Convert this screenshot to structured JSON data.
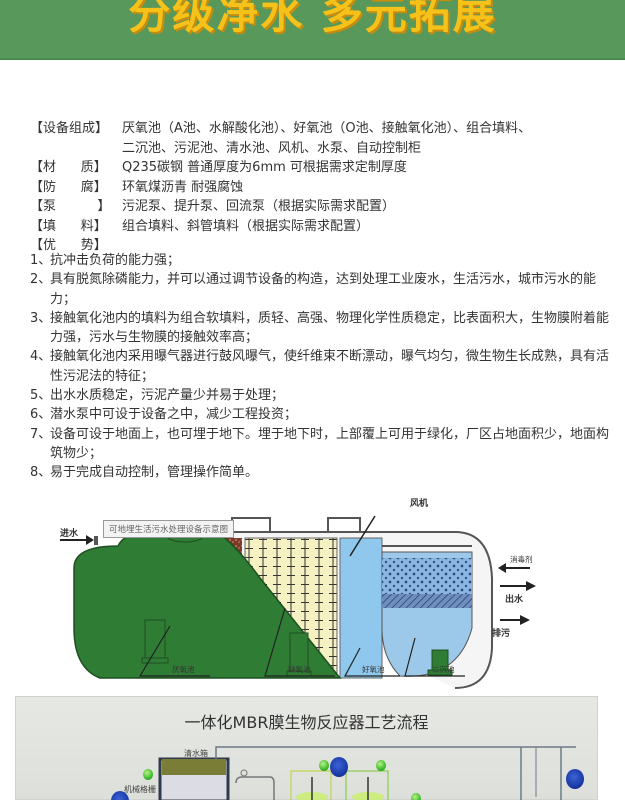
{
  "header": {
    "title": "分级净水 多元拓展",
    "bg_color": "#58985a",
    "title_color": "#f6c21a"
  },
  "specs": [
    {
      "key": "【设备组成】",
      "value": "厌氧池（A池、水解酸化池）、好氧池（O池、接触氧化池）、组合填料、",
      "value_cont": "二沉池、污泥池、清水池、风机、水泵、自动控制柜"
    },
    {
      "key": "【材      质】",
      "value": "Q235碳钢 普通厚度为6mm 可根据需求定制厚度"
    },
    {
      "key": "【防      腐】",
      "value": "环氧煤沥青 耐强腐蚀"
    },
    {
      "key": "【泵          】",
      "value": "污泥泵、提升泵、回流泵（根据实际需求配置）"
    },
    {
      "key": "【填      料】",
      "value": "组合填料、斜管填料（根据实际需求配置）"
    },
    {
      "key": "【优      势】",
      "value": ""
    }
  ],
  "advantages": [
    {
      "num": "1、",
      "text": "抗冲击负荷的能力强；"
    },
    {
      "num": "2、",
      "text": "具有脱氮除磷能力，并可以通过调节设备的构造，达到处理工业废水，生活污水，城市污水的能力；"
    },
    {
      "num": "3、",
      "text": "接触氧化池内的填料为组合软填料，质轻、高强、物理化学性质稳定，比表面积大，生物膜附着能力强，污水与生物膜的接触效率高；"
    },
    {
      "num": "4、",
      "text": "接触氧化池内采用曝气器进行鼓风曝气，使纤维束不断漂动，曝气均匀，微生物生长成熟，具有活性污泥法的特征；"
    },
    {
      "num": "5、",
      "text": "出水水质稳定，污泥产量少并易于处理；"
    },
    {
      "num": "6、",
      "text": "潜水泵中可设于设备之中，减少工程投资；"
    },
    {
      "num": "7、",
      "text": "设备可设于地面上，也可埋于地下。埋于地下时，上部覆上可用于绿化，厂区占地面积少，地面构筑物少；"
    },
    {
      "num": "8、",
      "text": "易于完成自动控制，管理操作简单。"
    }
  ],
  "diagram": {
    "caption": "可地埋生活污水处理设备示意图",
    "labels": {
      "inlet": "进水",
      "blower": "风机",
      "disinfectant": "消毒剂",
      "outlet": "出水",
      "sludge_discharge": "排污",
      "anaerobic_tank": "厌氧池",
      "anoxic_tank": "缺氧池",
      "aerobic_tank": "好氧池",
      "secondary_clarifier": "二沉池"
    },
    "colors": {
      "tank_green": "#2f7d34",
      "filler_yellow": "#f4f0c0",
      "water_blue": "#8fc8ec",
      "media_blue": "#2f63a8"
    }
  },
  "mbr": {
    "title": "一体化MBR膜生物反应器工艺流程",
    "labels": {
      "clear_water_tank": "清水箱",
      "mechanical_grille": "机械格栅"
    }
  }
}
